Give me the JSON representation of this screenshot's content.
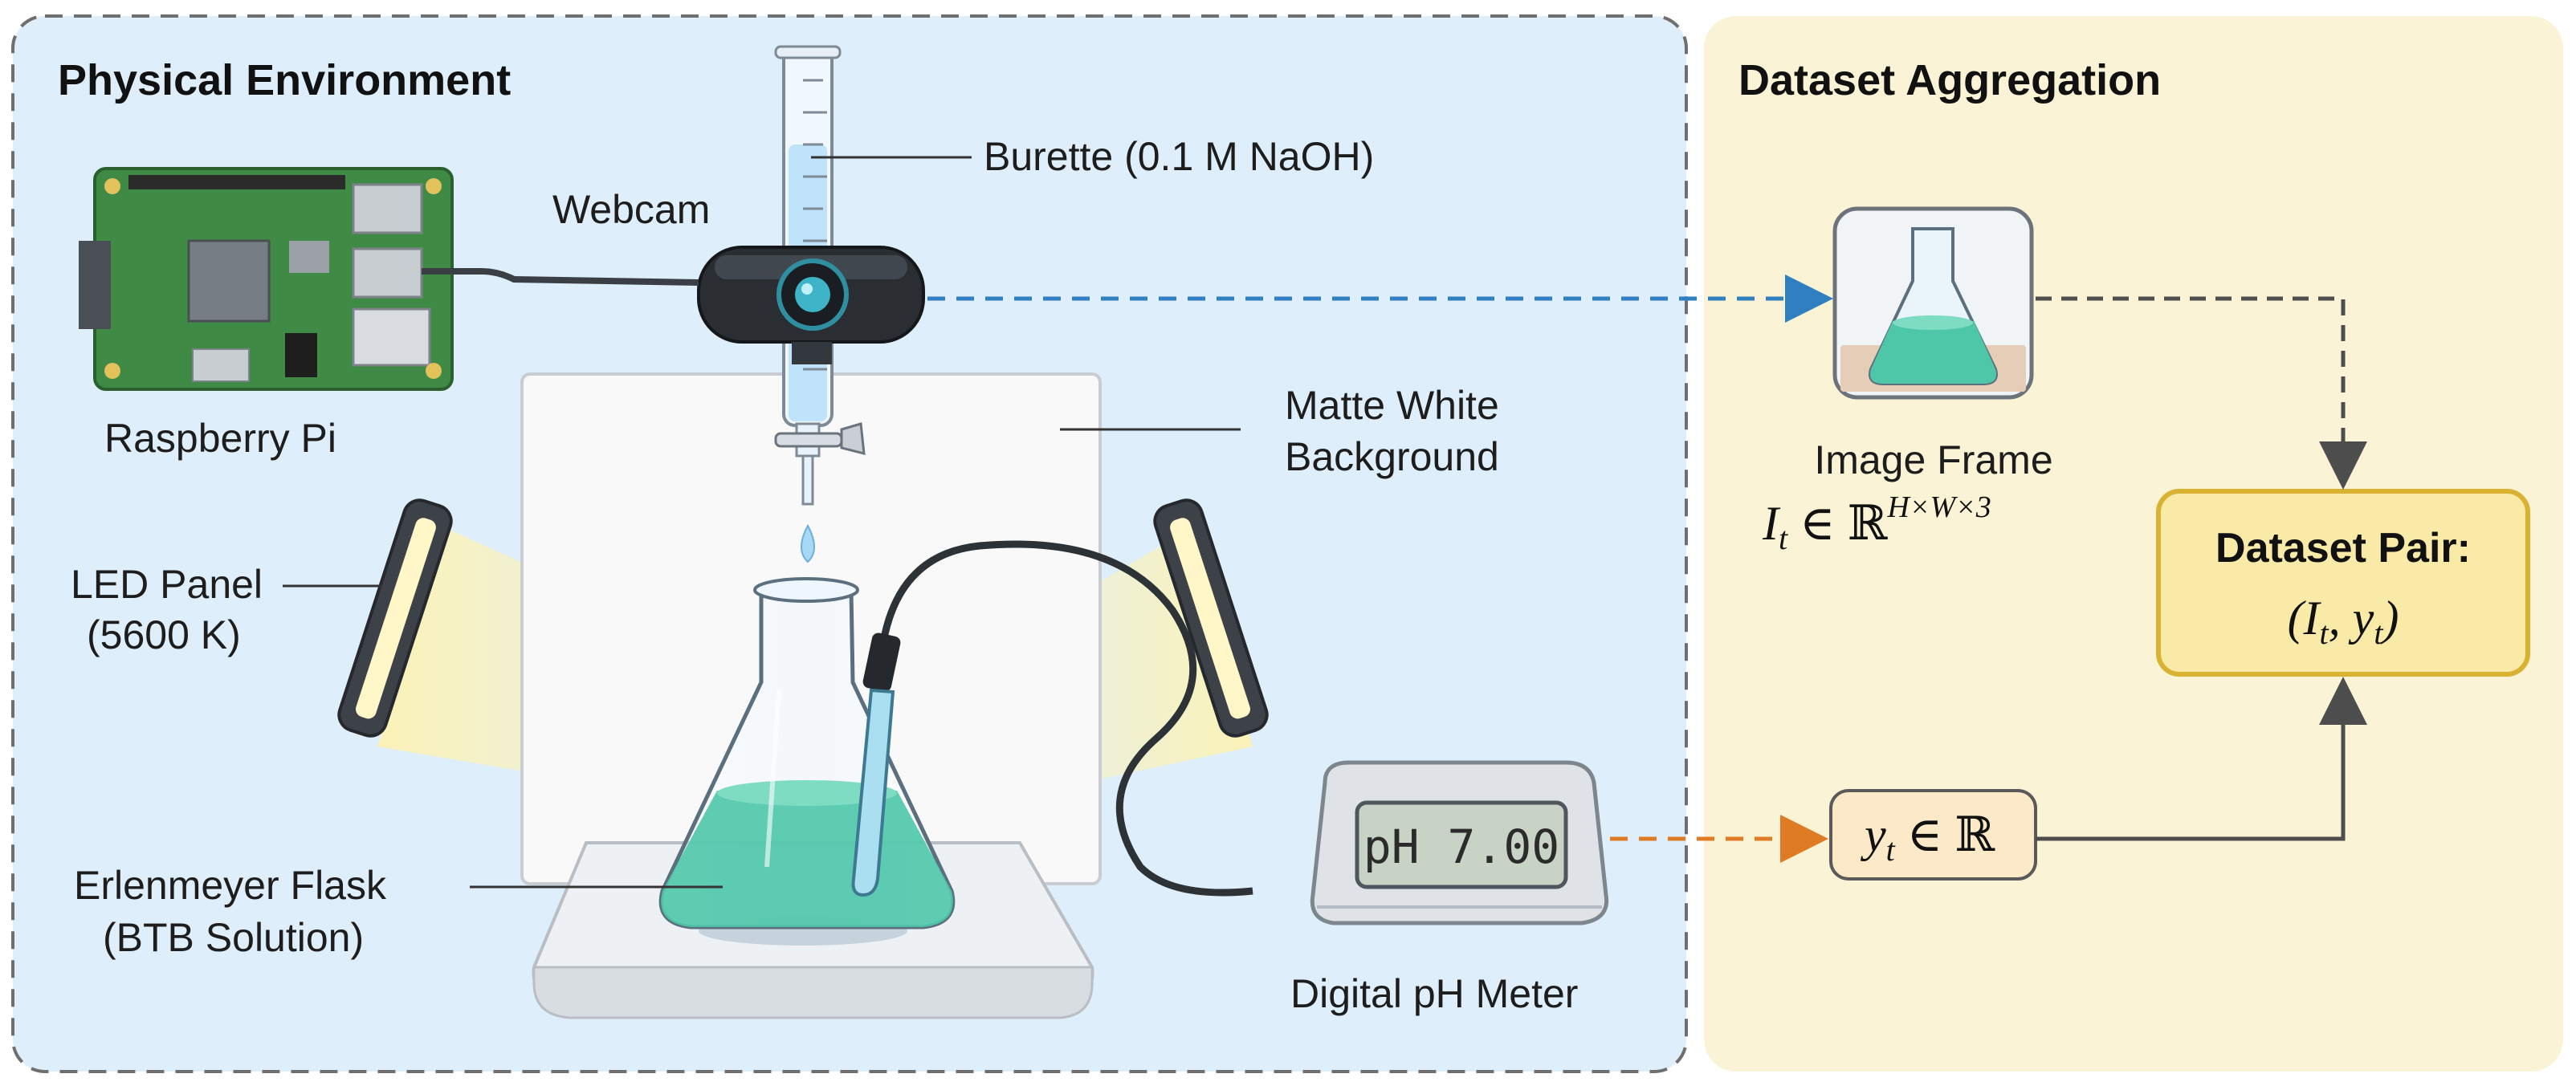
{
  "panels": {
    "physical": {
      "title": "Physical Environment"
    },
    "dataset": {
      "title": "Dataset Aggregation"
    }
  },
  "labels": {
    "burette": "Burette (0.1 M NaOH)",
    "webcam": "Webcam",
    "raspberry_pi": "Raspberry Pi",
    "background_line1": "Matte White",
    "background_line2": "Background",
    "led_line1": "LED Panel",
    "led_line2": "(5600 K)",
    "flask_line1": "Erlenmeyer Flask",
    "flask_line2": "(BTB Solution)",
    "ph_meter": "Digital pH Meter",
    "ph_display": "pH 7.00"
  },
  "dataset": {
    "image_frame_label": "Image Frame",
    "image_frame_math": "I",
    "image_frame_sub": "t",
    "image_frame_rest": " ∈ ℝ",
    "image_frame_sup": "H×W×3",
    "label_math": "y",
    "label_sub": "t",
    "label_rest": " ∈ ℝ",
    "pair_title": "Dataset Pair:",
    "pair_math": "(I",
    "pair_sub1": "t",
    "pair_mid": ", y",
    "pair_sub2": "t",
    "pair_end": ")"
  },
  "colors": {
    "physical_bg": "#deeefb",
    "dataset_bg": "#fbf3d6",
    "image_arrow": "#2f7fc1",
    "ph_arrow": "#e07b25",
    "pair_box": "#f9eaa8",
    "pair_border": "#d9b232",
    "liquid": "#4dc7a8"
  }
}
